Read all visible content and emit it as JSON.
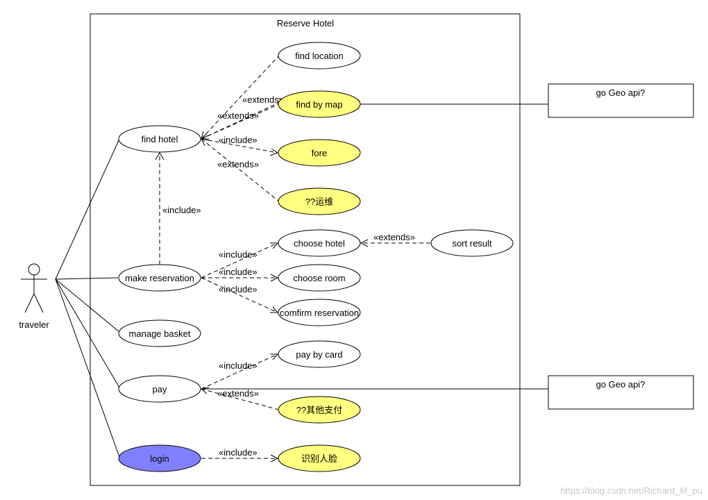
{
  "system": {
    "title": "Reserve Hotel"
  },
  "actor": {
    "name": "traveler"
  },
  "use_cases": {
    "find_location": "find location",
    "find_by_map": "find by map",
    "find_hotel": "find hotel",
    "fore": "fore",
    "yunwei": "??运维",
    "choose_hotel": "choose hotel",
    "sort_result": "sort result",
    "make_reservation": "make reservation",
    "choose_room": "choose room",
    "comfirm_reservation": "comfirm reservation",
    "manage_basket": "manage basket",
    "pay_by_card": "pay by card",
    "pay": "pay",
    "other_payment": "??其他支付",
    "login": "login",
    "face_recognition": "识别人脸"
  },
  "external_boxes": {
    "geo_api_top": "go Geo api?",
    "geo_api_bottom": "go Geo api?"
  },
  "relations": {
    "find_location_extends": "«extends»",
    "find_by_map_extends": "«extends»",
    "fore_include": "«include»",
    "yunwei_extends": "«extends»",
    "reservation_include_find_hotel": "«include»",
    "sort_result_extends": "«extends»",
    "choose_hotel_include": "«include»",
    "choose_room_include": "«include»",
    "comfirm_include": "«include»",
    "pay_by_card_include": "«include»",
    "other_payment_extends": "«extends»",
    "face_include": "«include»"
  },
  "colors": {
    "yellow_fill": "#ffff80",
    "login_fill": "#8080ff",
    "white_fill": "#ffffff"
  },
  "watermark": "https://blog.csdn.net/Richard_M_pu"
}
